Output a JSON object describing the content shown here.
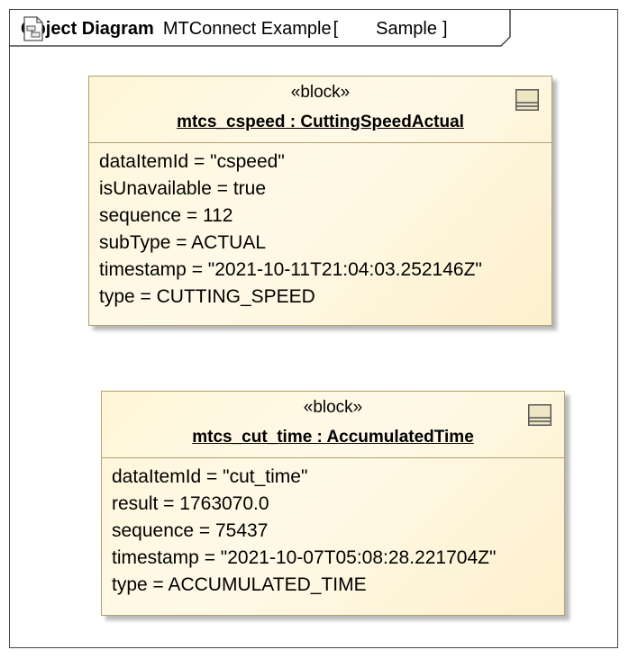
{
  "frame": {
    "kind": "Object Diagram",
    "name": "MTConnect Example",
    "bracket_open": "[",
    "owner_icon": "package-diagram-icon",
    "owner": "Sample",
    "bracket_close": "]"
  },
  "blocks": [
    {
      "stereotype": "«block»",
      "name": "mtcs_cspeed : CuttingSpeedActual",
      "icon": "block-compartment-icon",
      "slots": [
        "dataItemId = \"cspeed\"",
        "isUnavailable = true",
        "sequence = 112",
        "subType = ACTUAL",
        "timestamp = \"2021-10-11T21:04:03.252146Z\"",
        "type = CUTTING_SPEED"
      ]
    },
    {
      "stereotype": "«block»",
      "name": "mtcs_cut_time : AccumulatedTime",
      "icon": "block-compartment-icon",
      "slots": [
        "dataItemId = \"cut_time\"",
        "result = 1763070.0",
        "sequence = 75437",
        "timestamp = \"2021-10-07T05:08:28.221704Z\"",
        "type = ACCUMULATED_TIME"
      ]
    }
  ]
}
